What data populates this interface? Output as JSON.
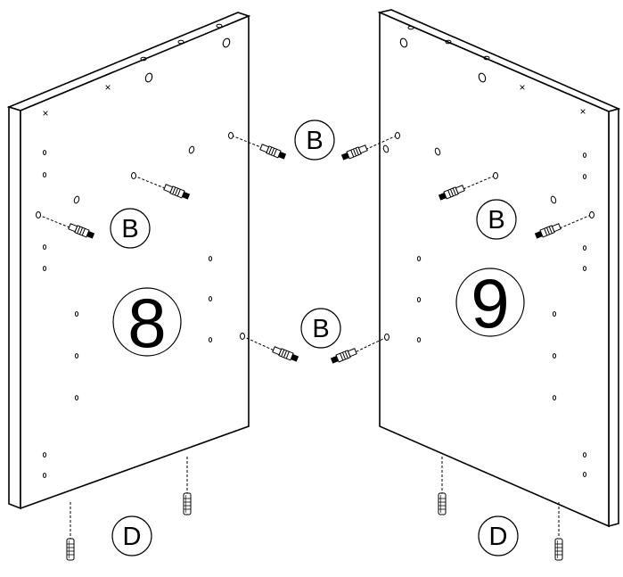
{
  "panels": [
    {
      "id": "left",
      "number": "8"
    },
    {
      "id": "right",
      "number": "9"
    }
  ],
  "labels": {
    "b_top": "B",
    "b_left": "B",
    "b_middle": "B",
    "b_right": "B",
    "d_left": "D",
    "d_right": "D"
  },
  "colors": {
    "ink": "#000000",
    "panel_face": "#ffffff",
    "background": "#ffffff"
  },
  "part_icons": [
    "dowel-icon",
    "cam-bolt-icon",
    "shelf-pin-icon"
  ]
}
